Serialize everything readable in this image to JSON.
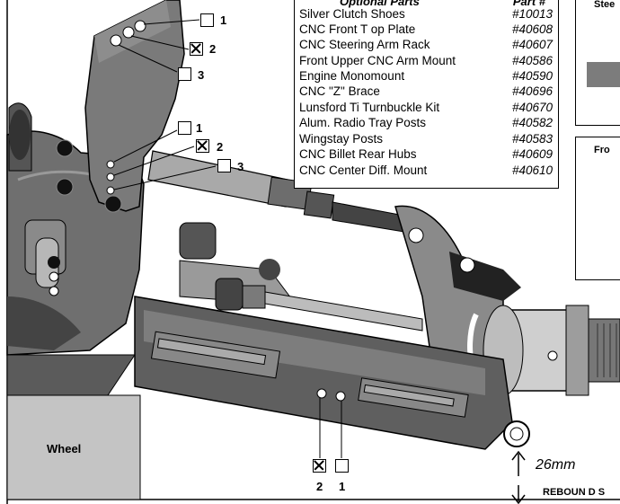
{
  "parts_list": {
    "header_left": "Optional Parts",
    "header_right": "Part #",
    "items": [
      {
        "name": "Silver Clutch Shoes",
        "number": "#10013"
      },
      {
        "name": "CNC Front T op Plate",
        "number": "#40608"
      },
      {
        "name": "CNC Steering  Arm Rack",
        "number": "#40607"
      },
      {
        "name": "Front Upper CNC  Arm Mount",
        "number": "#40586"
      },
      {
        "name": "Engine Monomount",
        "number": "#40590"
      },
      {
        "name": "CNC \"Z\" Brace",
        "number": "#40696"
      },
      {
        "name": "Lunsford Ti  Turnbuckle Kit",
        "number": "#40670"
      },
      {
        "name": "Alum. Radio Tray  Posts",
        "number": "#40582"
      },
      {
        "name": "Wingstay Posts",
        "number": "#40583"
      },
      {
        "name": "CNC Billet Rear Hubs",
        "number": "#40609"
      },
      {
        "name": "CNC Center Diff.  Mount",
        "number": "#40610"
      }
    ]
  },
  "tower_options": [
    {
      "label": "1",
      "checked": false
    },
    {
      "label": "2",
      "checked": true
    },
    {
      "label": "3",
      "checked": false
    }
  ],
  "link_options": [
    {
      "label": "1",
      "checked": false
    },
    {
      "label": "2",
      "checked": true
    },
    {
      "label": "3",
      "checked": false
    }
  ],
  "arm_options": [
    {
      "label": "2",
      "checked": true
    },
    {
      "label": "1",
      "checked": false
    }
  ],
  "wheel_label": "Wheel",
  "measurement": "26mm",
  "rebound_label": "REBOUN D S",
  "right_box_top_label": "Stee",
  "right_box_mid_label": "Fro"
}
